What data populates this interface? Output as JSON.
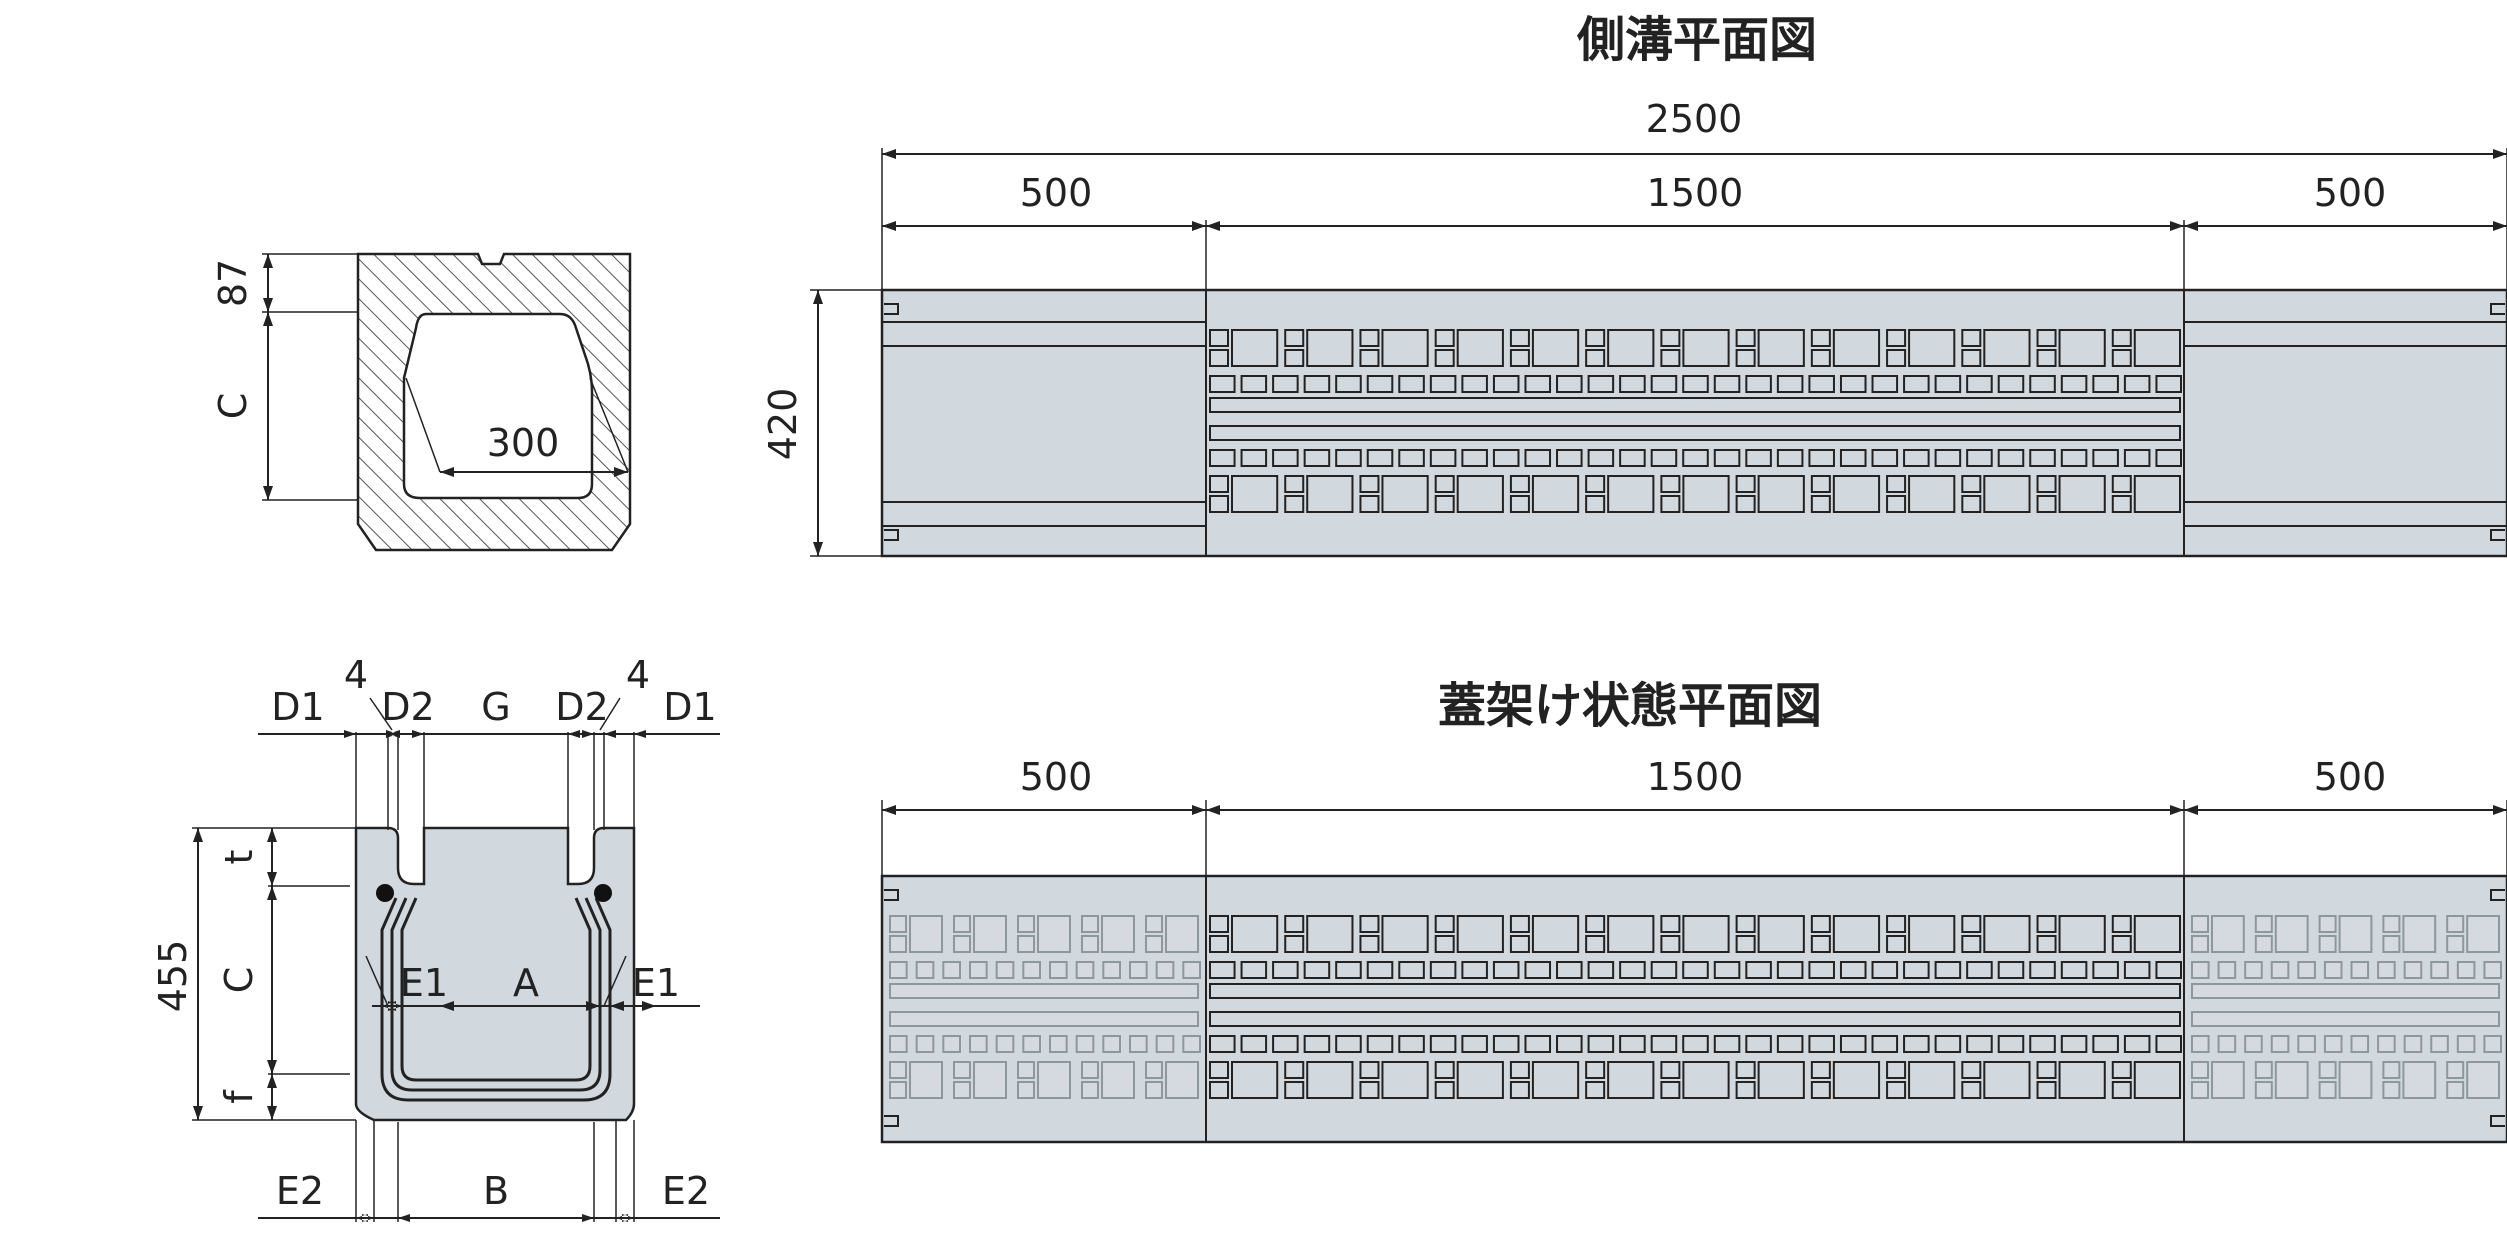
{
  "titles": {
    "plan": "側溝平面図",
    "cover_plan": "蓋架け状態平面図"
  },
  "section_top": {
    "top_height": "87",
    "height_c": "C",
    "inner_width": "300"
  },
  "section_bottom": {
    "d1_left": "D1",
    "four_left": "4",
    "d2_left": "D2",
    "g": "G",
    "d2_right": "D2",
    "four_right": "4",
    "d1_right": "D1",
    "total_height": "455",
    "t": "t",
    "c": "C",
    "f": "f",
    "e1_left": "E1",
    "a": "A",
    "e1_right": "E1",
    "e2_left": "E2",
    "b": "B",
    "e2_right": "E2"
  },
  "plan": {
    "total_length": "2500",
    "end_left": "500",
    "middle": "1500",
    "end_right": "500",
    "width": "420"
  },
  "cover_plan": {
    "end_left": "500",
    "middle": "1500",
    "end_right": "500"
  },
  "colors": {
    "body_fill": "#d1d9de",
    "line": "#222222",
    "hatch": "#555555"
  }
}
